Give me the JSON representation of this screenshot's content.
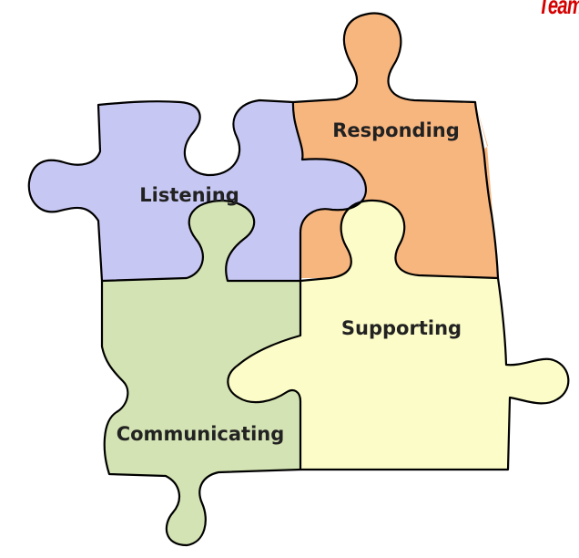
{
  "corner_text": "Team",
  "pieces": {
    "listening": {
      "label": "Listening",
      "color": "#c7c7f3"
    },
    "responding": {
      "label": "Responding",
      "color": "#f8b67f"
    },
    "supporting": {
      "label": "Supporting",
      "color": "#fcfcc8"
    },
    "communicating": {
      "label": "Communicating",
      "color": "#d3e3b3"
    }
  }
}
